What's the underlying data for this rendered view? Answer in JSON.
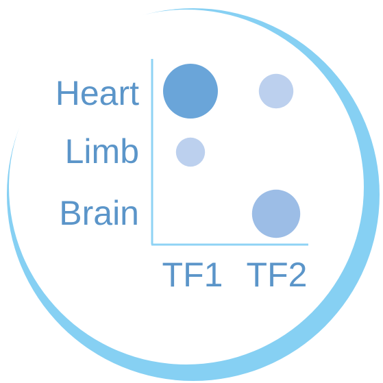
{
  "colors": {
    "ring": "#86d0f3",
    "ring_inner": "#e6f4fb",
    "axis": "#8fd3f4",
    "label": "#5b95c9",
    "dot_strong": "#6aa5d9",
    "dot_medium": "#9cbde6",
    "dot_light": "#bcd0ee"
  },
  "chart_data": {
    "type": "scatter",
    "categories_x": [
      "TF1",
      "TF2"
    ],
    "categories_y": [
      "Heart",
      "Limb",
      "Brain"
    ],
    "points": [
      {
        "x": "TF1",
        "y": "Heart",
        "size": 1.0,
        "color": "#6aa5d9"
      },
      {
        "x": "TF2",
        "y": "Heart",
        "size": 0.63,
        "color": "#bcd0ee"
      },
      {
        "x": "TF1",
        "y": "Limb",
        "size": 0.53,
        "color": "#bcd0ee"
      },
      {
        "x": "TF2",
        "y": "Brain",
        "size": 0.88,
        "color": "#9cbde6"
      }
    ],
    "grid": false,
    "legend": "none"
  }
}
